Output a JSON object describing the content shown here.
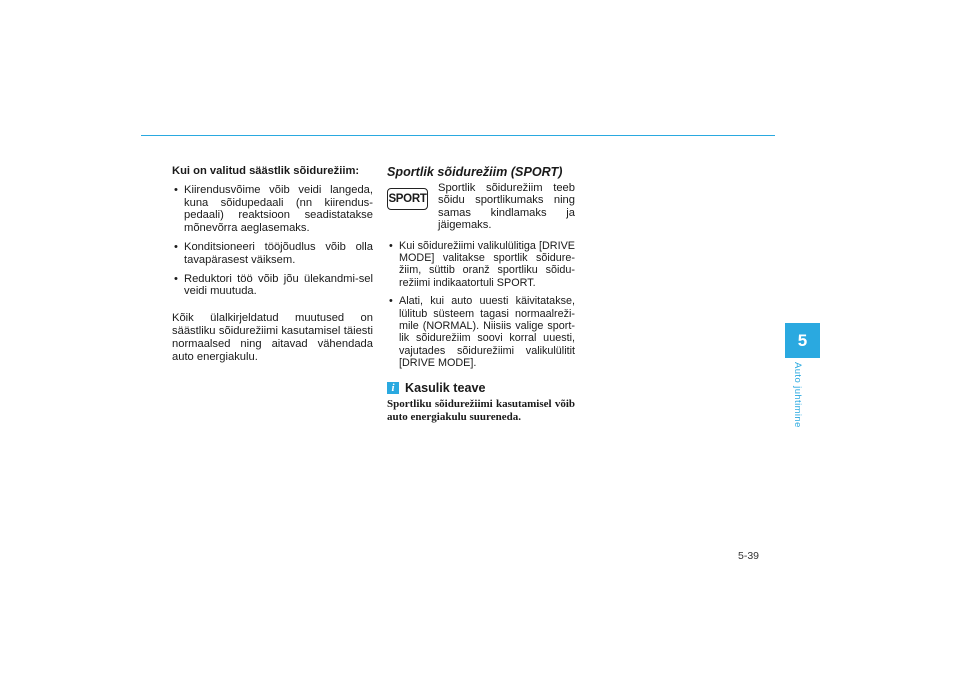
{
  "left": {
    "heading": "Kui on valitud säästlik sõidurežiim:",
    "bullets": [
      "Kiirendusvõime võib veidi langeda, kuna sõidupedaali (nn kiirendus-pedaali) reaktsioon seadistatakse mõnevõrra aeglasemaks.",
      "Konditsioneeri tööjõudlus võib olla tavapärasest väiksem.",
      "Reduktori töö võib jõu ülekandmi-sel veidi muutuda."
    ],
    "paragraph": "Kõik ülalkirjeldatud muutused on säästliku sõidurežiimi kasutamisel täiesti normaalsed ning aitavad vähendada auto energiakulu."
  },
  "right": {
    "title": "Sportlik sõidurežiim (SPORT)",
    "sport_badge": "SPORT",
    "intro": "Sportlik sõidurežiim teeb sõidu sportlikumaks ning samas kindlamaks ja jäigemaks.",
    "bullets": [
      "Kui sõidurežiimi valikulülitiga [DRIVE MODE] valitakse sportlik sõidure-žiim, süttib oranž sportliku sõidu-režiimi indikaatortuli SPORT.",
      "Alati, kui auto uuesti käivitatakse, lülitub süsteem tagasi normaalreži-mile (NORMAL). Niisiis valige sport-lik sõidurežiim soovi korral uuesti, vajutades sõidurežiimi valikulülitit [DRIVE MODE]."
    ],
    "info": {
      "icon_glyph": "i",
      "title": "Kasulik teave",
      "text": "Sportliku sõidurežiimi kasutamisel võib auto energiakulu suureneda."
    }
  },
  "chapter": {
    "number": "5",
    "label": "Auto juhtimine"
  },
  "page_number": "5-39",
  "colors": {
    "accent": "#2aa9e0"
  }
}
